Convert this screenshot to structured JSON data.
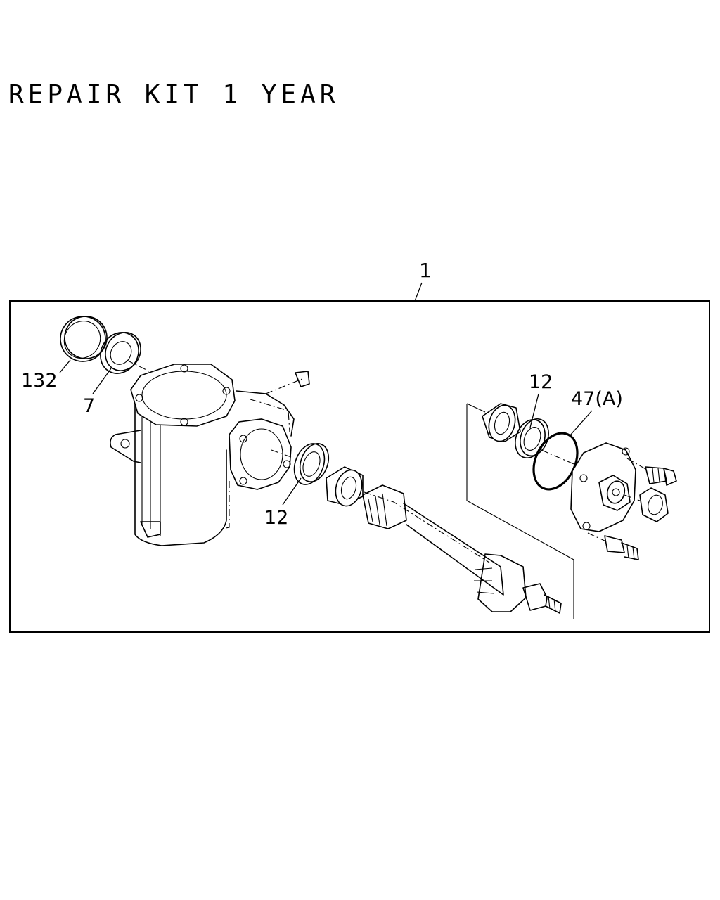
{
  "title": "REPAIR KIT 1 YEAR",
  "callouts": {
    "kit": "1",
    "seal_ring": "132",
    "oil_seal": "7",
    "bearing_left": "12",
    "bearing_right": "12",
    "o_ring": "47(A)"
  }
}
